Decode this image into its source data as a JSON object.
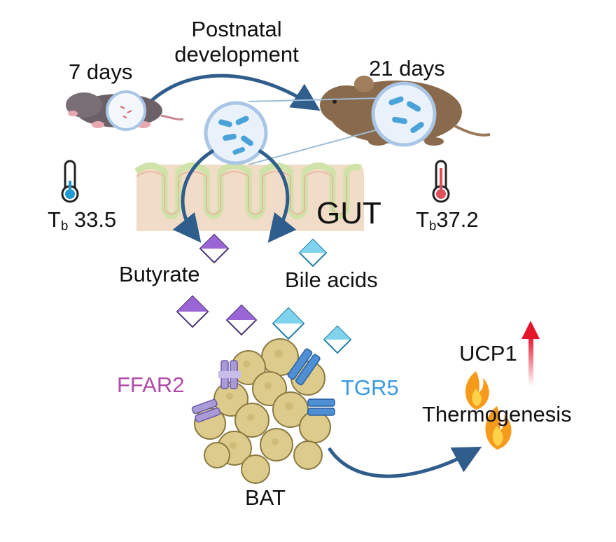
{
  "labels": {
    "postnatal_line1": "Postnatal",
    "postnatal_line2": "development",
    "day7": "7 days",
    "day21": "21 days",
    "temp_left_symbol": "T",
    "temp_left_sub": "b",
    "temp_left_value": " 33.5",
    "temp_right_symbol": "T",
    "temp_right_sub": "b",
    "temp_right_value": "37.2",
    "gut": "GUT",
    "butyrate": "Butyrate",
    "bile_acids": "Bile acids",
    "ffar2": "FFAR2",
    "tgr5": "TGR5",
    "ucp1": "UCP1",
    "thermogenesis": "Thermogenesis",
    "bat": "BAT"
  },
  "colors": {
    "arrow": "#2f5d8c",
    "butyrate": "#9a66d6",
    "bile": "#7fd3ec",
    "ffar2_text": "#b24aa8",
    "tgr5_text": "#3a9be0",
    "ffar2_receptor": "#a99ad8",
    "tgr5_receptor": "#4f8fd4",
    "adipocyte": "#dccb8a",
    "ucp1_arrow": "#e4152b",
    "flame": "#f59a1b",
    "gut_tissue": "#f1dcc8",
    "gut_villi": "#cfe3a8",
    "mouse_young": "#6b6068",
    "mouse_adult": "#8a6a4c",
    "thermo_cold": "#1e9bd7",
    "thermo_warm": "#e0505a"
  },
  "icons": [
    "thermometer-cold-icon",
    "thermometer-warm-icon",
    "flame-icon",
    "bacteria-icon",
    "magnifier-icon",
    "receptor-icon",
    "arrow-icon"
  ]
}
